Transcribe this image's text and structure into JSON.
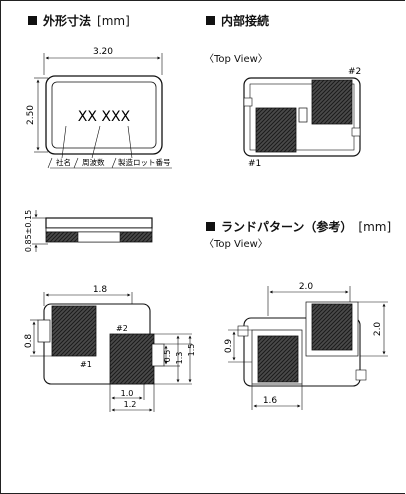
{
  "headers": {
    "outline": {
      "title": "外形寸法",
      "unit": "[mm]"
    },
    "internal": {
      "title": "内部接続"
    },
    "land": {
      "title": "ランドパターン（参考）",
      "unit": "[mm]"
    }
  },
  "top_view_label": "〈Top View〉",
  "outline": {
    "width": "3.20",
    "height": "2.50",
    "thickness": "0.85±0.15",
    "marking": "XX XXX",
    "legend": [
      "社名",
      "周波数",
      "製造ロット番号"
    ]
  },
  "pins": {
    "pin1": "#1",
    "pin2": "#2"
  },
  "land_pattern_1": {
    "dim_top": "1.8",
    "dim_left": "0.8",
    "dim_bottom_inner": "1.0",
    "dim_bottom_outer": "1.2",
    "dim_right_a": "0.5",
    "dim_right_b": "1.3",
    "dim_right_c": "1.5"
  },
  "land_pattern_2": {
    "dim_top": "2.0",
    "dim_right": "2.0",
    "dim_left": "0.9",
    "dim_bottom": "1.6"
  },
  "colors": {
    "pad_fill": "#3a3a3a",
    "outline": "#111111"
  }
}
